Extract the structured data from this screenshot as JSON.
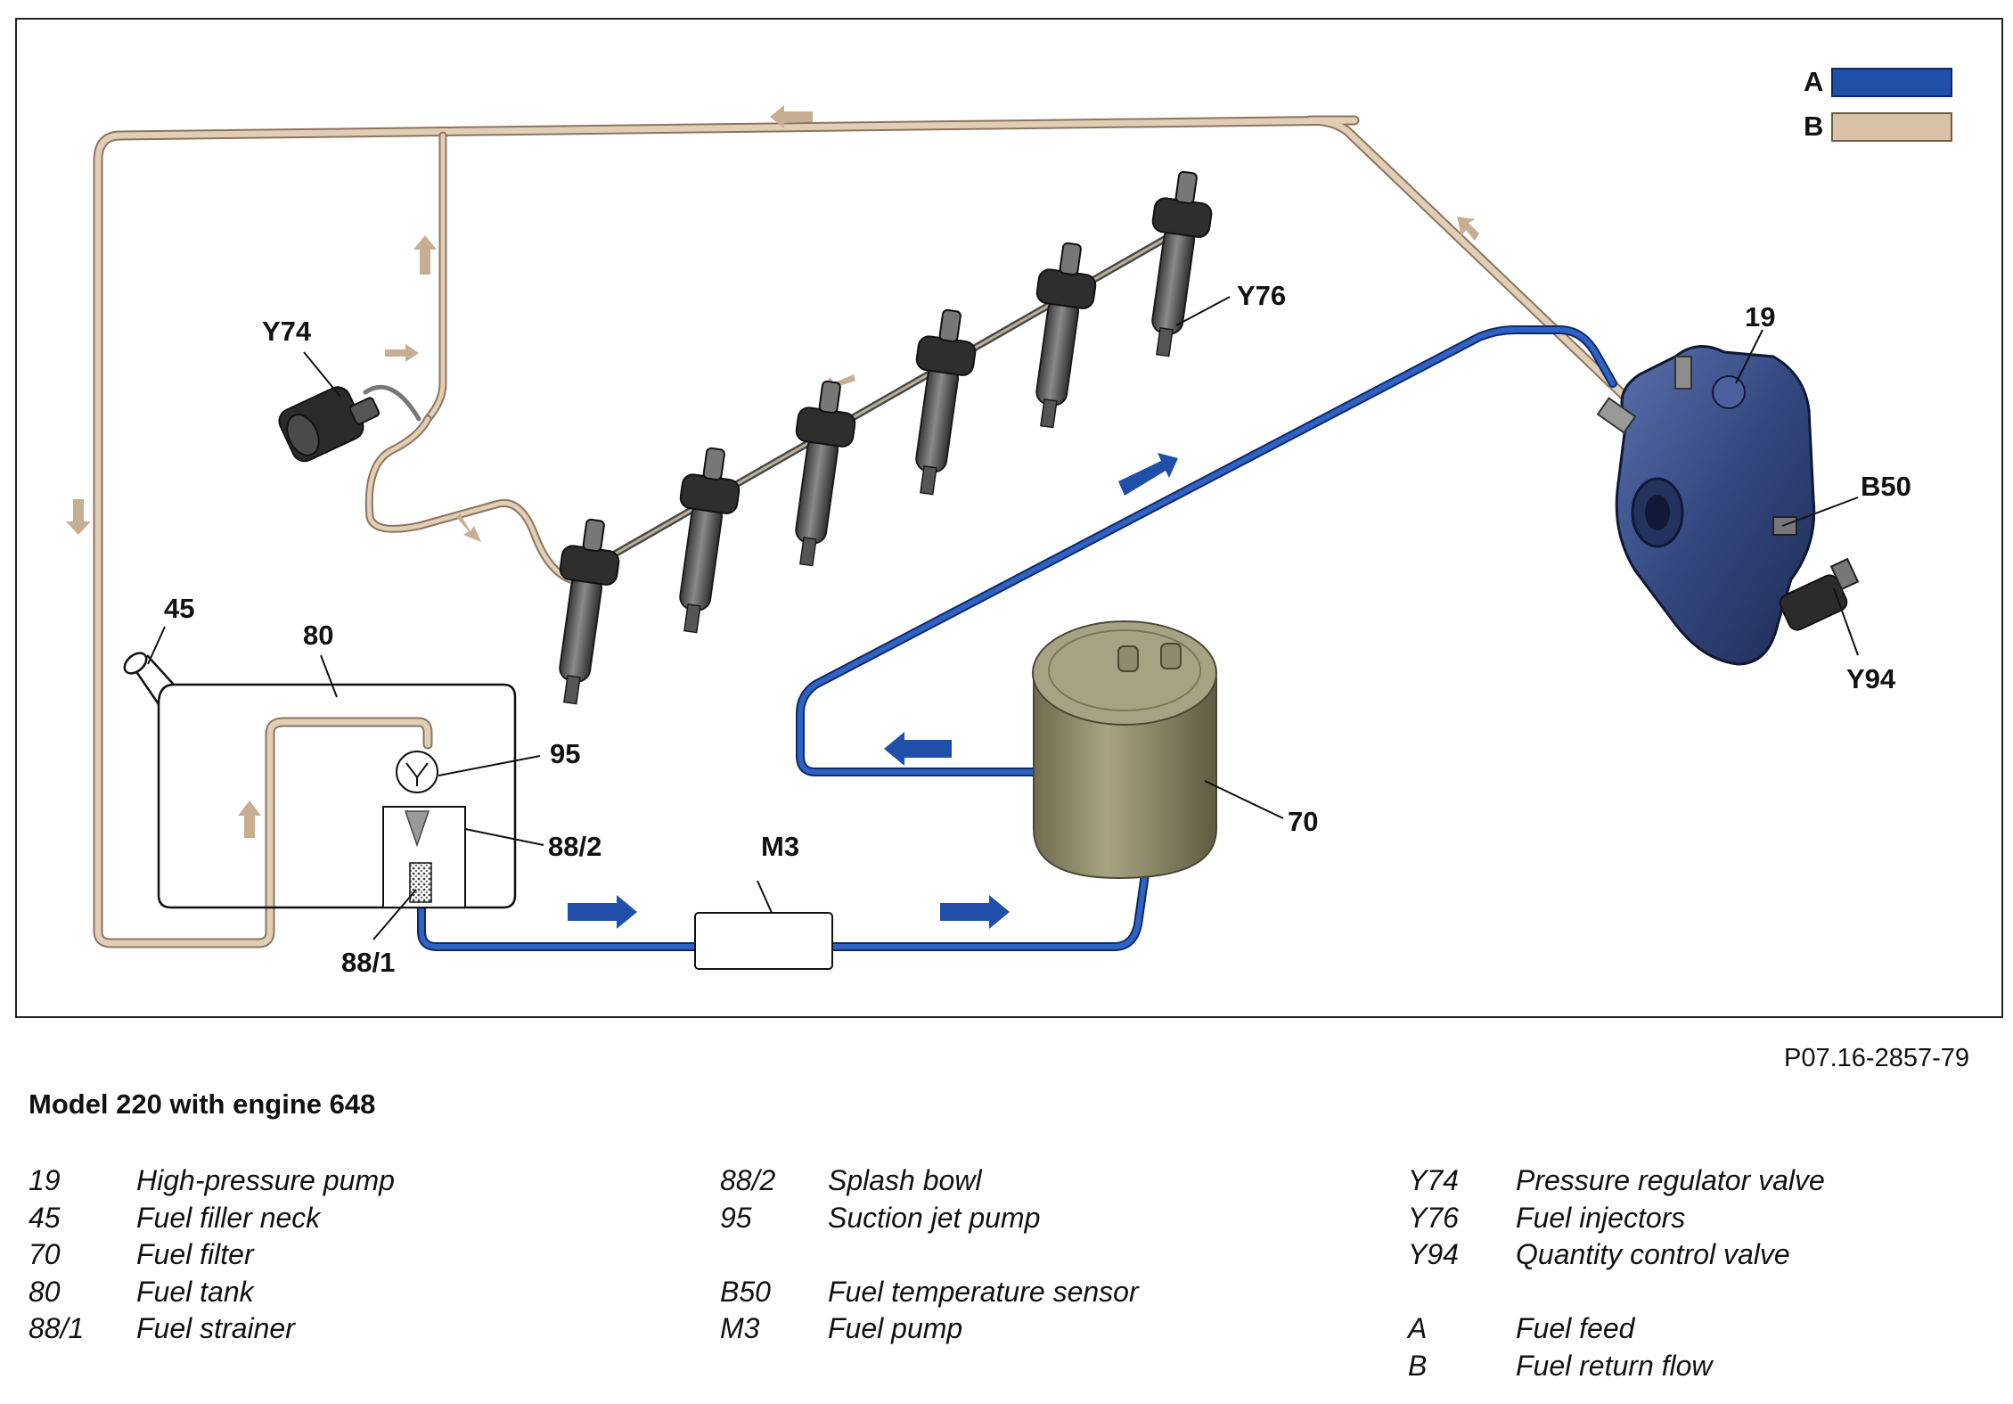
{
  "figure": {
    "labels": {
      "l19": "19",
      "l45": "45",
      "l70": "70",
      "l80": "80",
      "l95": "95",
      "l88_1": "88/1",
      "l88_2": "88/2",
      "lM3": "M3",
      "lB50": "B50",
      "lY74": "Y74",
      "lY76": "Y76",
      "lY94": "Y94"
    },
    "key": [
      {
        "letter": "A",
        "color": "#1f4fa8"
      },
      {
        "letter": "B",
        "color": "#d9c2a8"
      }
    ],
    "colors": {
      "feed": "#1f4fa8",
      "return": "#cbb49a",
      "component_blue": "#3a4f8c",
      "filter": "#8f8c6a"
    },
    "doc_id": "P07.16-2857-79"
  },
  "title": "Model 220 with engine 648",
  "legend": {
    "col1": [
      {
        "code": "19",
        "desc": "High-pressure pump"
      },
      {
        "code": "45",
        "desc": "Fuel filler neck"
      },
      {
        "code": "70",
        "desc": "Fuel filter"
      },
      {
        "code": "80",
        "desc": "Fuel tank"
      },
      {
        "code": "88/1",
        "desc": "Fuel strainer"
      }
    ],
    "col2": [
      {
        "code": "88/2",
        "desc": "Splash bowl"
      },
      {
        "code": "95",
        "desc": "Suction jet pump"
      },
      {
        "code": "",
        "desc": ""
      },
      {
        "code": "B50",
        "desc": "Fuel temperature sensor"
      },
      {
        "code": "M3",
        "desc": "Fuel pump"
      }
    ],
    "col3": [
      {
        "code": "Y74",
        "desc": "Pressure regulator valve"
      },
      {
        "code": "Y76",
        "desc": "Fuel injectors"
      },
      {
        "code": "Y94",
        "desc": "Quantity control valve"
      },
      {
        "code": "",
        "desc": ""
      },
      {
        "code": "A",
        "desc": "Fuel feed"
      },
      {
        "code": "B",
        "desc": "Fuel return flow"
      }
    ]
  }
}
